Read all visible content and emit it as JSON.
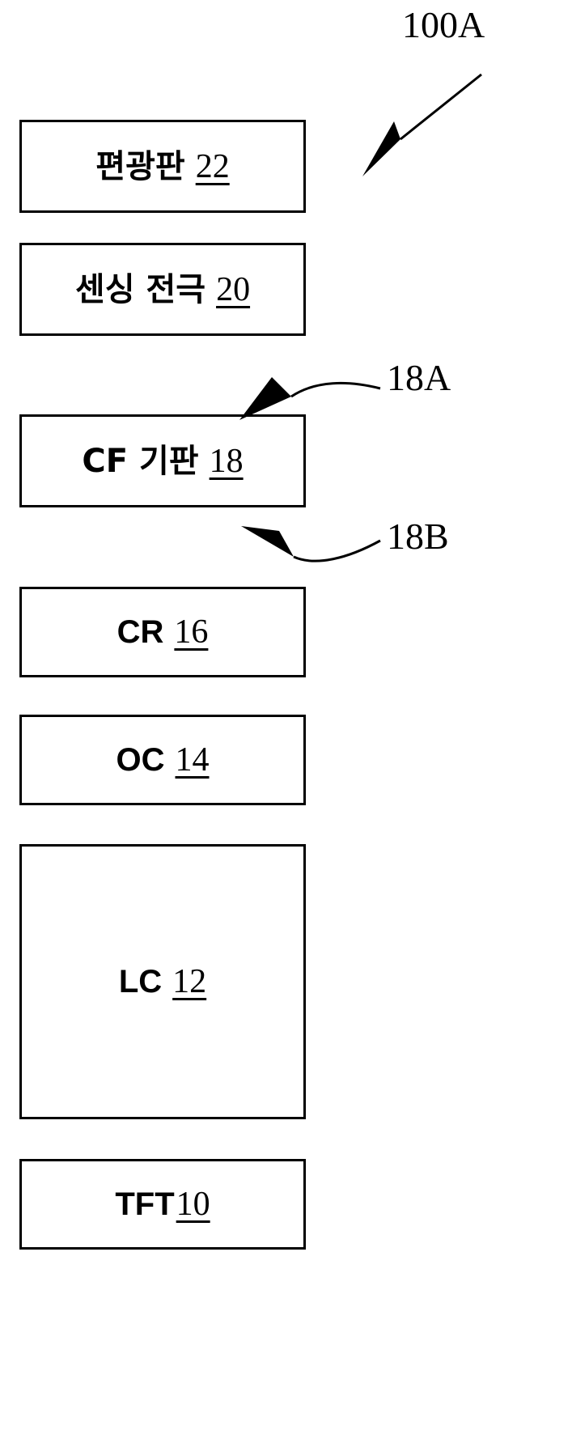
{
  "figure": {
    "assembly_ref": "100A",
    "layers": [
      {
        "id": "polarizer",
        "name": "편광판",
        "number": "22",
        "script": "korean"
      },
      {
        "id": "sensing-electrode",
        "name": "센싱 전극",
        "number": "20",
        "script": "korean"
      },
      {
        "id": "cf-substrate",
        "name": "CF 기판",
        "number": "18",
        "script": "mixed"
      },
      {
        "id": "cr",
        "name": "CR",
        "number": "16",
        "script": "latin"
      },
      {
        "id": "oc",
        "name": "OC",
        "number": "14",
        "script": "latin"
      },
      {
        "id": "lc",
        "name": "LC",
        "number": "12",
        "script": "latin"
      },
      {
        "id": "tft",
        "name": "TFT",
        "number": "10",
        "script": "latin"
      }
    ],
    "callouts": [
      {
        "id": "cf-top-surface",
        "label": "18A"
      },
      {
        "id": "cf-bottom-surface",
        "label": "18B"
      }
    ],
    "colors": {
      "stroke": "#000000",
      "background": "#ffffff"
    }
  }
}
